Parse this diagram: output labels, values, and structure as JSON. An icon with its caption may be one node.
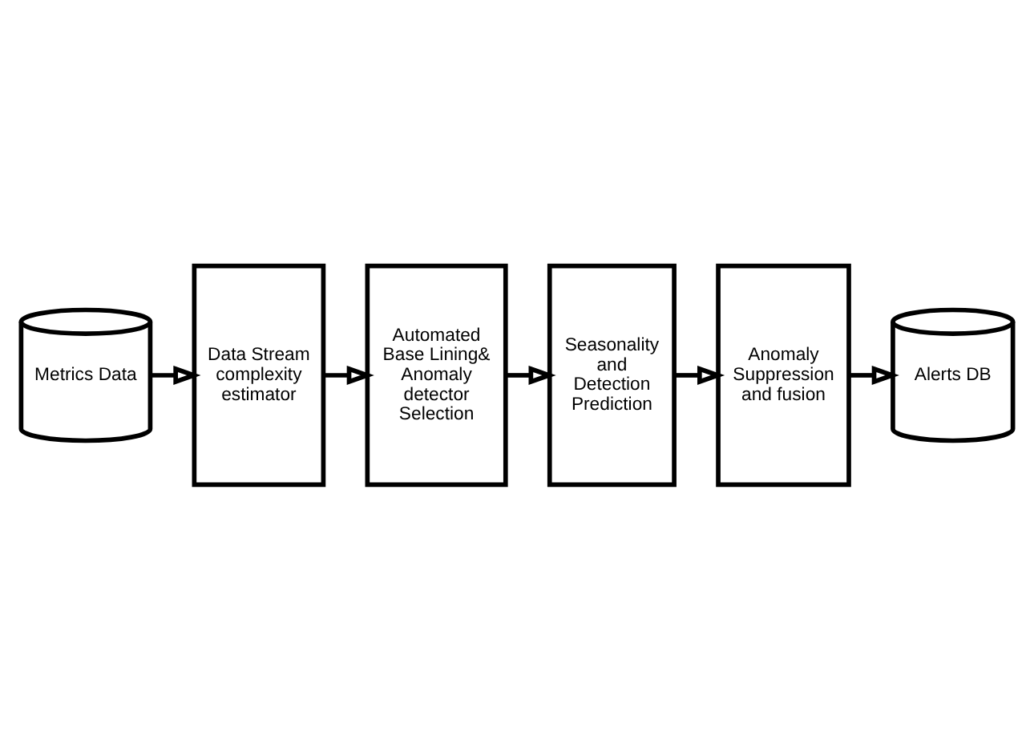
{
  "diagram": {
    "nodes": [
      {
        "text": [
          "Metrics Data"
        ]
      },
      {
        "text": [
          "Data Stream complexity estimator"
        ]
      },
      {
        "text": [
          "Automated Base Lining& Anomaly detector Selection"
        ]
      },
      {
        "text": [
          "Seasonality and Detection Prediction"
        ]
      },
      {
        "text": [
          "Anomaly Suppression and fusion"
        ]
      },
      {
        "text": [
          "Alerts DB"
        ]
      }
    ],
    "edges": [
      {
        "from": 0,
        "to": 1,
        "arrow": "to"
      },
      {
        "from": 1,
        "to": 2,
        "arrow": "to"
      },
      {
        "from": 2,
        "to": 3,
        "arrow": "to"
      },
      {
        "from": 3,
        "to": 4,
        "arrow": "to"
      },
      {
        "from": 4,
        "to": 5,
        "arrow": "to"
      }
    ]
  }
}
